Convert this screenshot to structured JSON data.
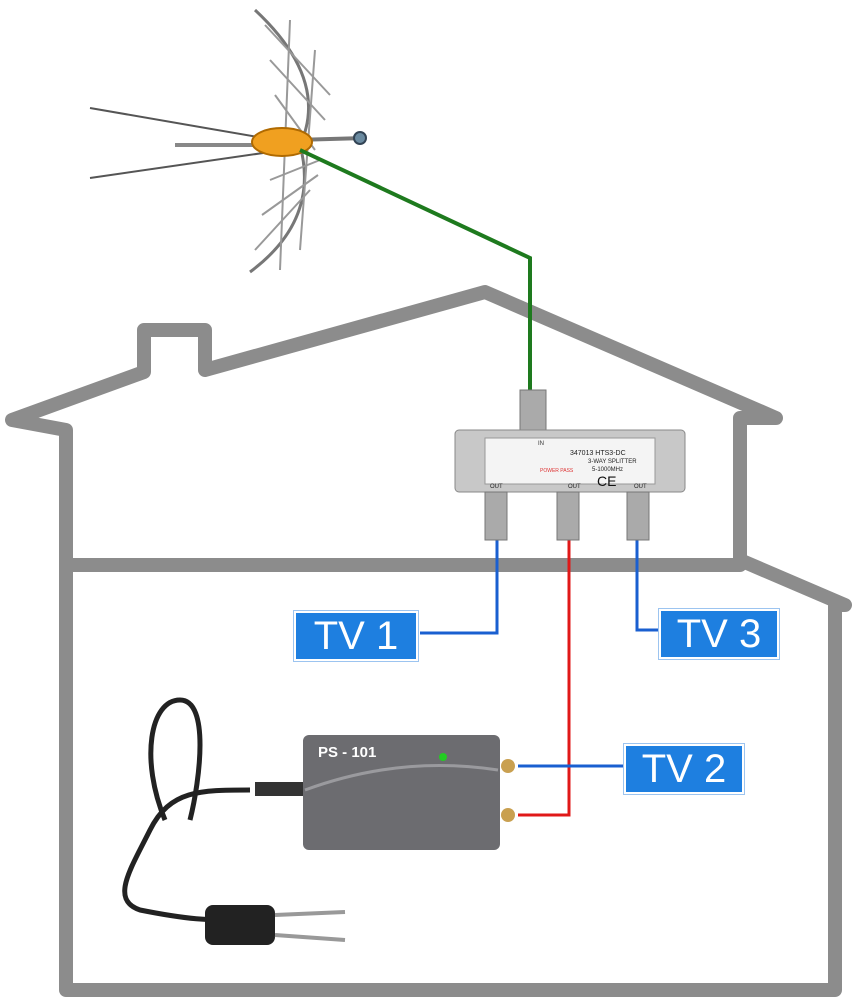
{
  "labels": {
    "tv1": "TV 1",
    "tv2": "TV 2",
    "tv3": "TV 3"
  },
  "splitter": {
    "model": "347013 HTS3-DC",
    "type": "3-WAY SPLITTER",
    "range": "5-1000MHz",
    "in": "IN",
    "power_pass": "POWER PASS",
    "out": "OUT",
    "ce": "CE"
  },
  "power_supply": {
    "model": "PS - 101"
  },
  "colors": {
    "house": "#8c8c8c",
    "antenna_cable": "#1e7a1e",
    "tv_cable": "#1a5fd0",
    "power_cable": "#e01818",
    "label_bg": "#1e7fe0"
  }
}
